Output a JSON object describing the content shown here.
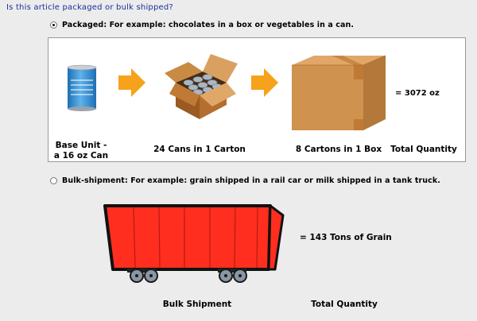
{
  "question": "Is this article packaged or bulk shipped?",
  "options": {
    "packaged": {
      "label": "Packaged: For example: chocolates in a box or vegetables in a can.",
      "selected": true
    },
    "bulk": {
      "label": "Bulk-shipment: For example: grain shipped in a rail car or milk shipped in a tank truck.",
      "selected": false
    }
  },
  "packaged_panel": {
    "base_unit_line1": "Base Unit -",
    "base_unit_line2": "a 16 oz Can",
    "cans_per_carton": "24 Cans in 1 Carton",
    "cartons_per_box": "8 Cartons in 1 Box",
    "total_quantity_label": "Total Quantity",
    "total_value": "= 3072 oz"
  },
  "bulk_panel": {
    "shipment_label": "Bulk Shipment",
    "total_quantity_label": "Total Quantity",
    "total_value": "= 143 Tons of Grain"
  },
  "colors": {
    "question_text": "#1a2f9a",
    "arrow": "#f6a21a",
    "railcar": "#ff2e1f",
    "box": "#d0924f",
    "can": "#2f8fd6"
  }
}
